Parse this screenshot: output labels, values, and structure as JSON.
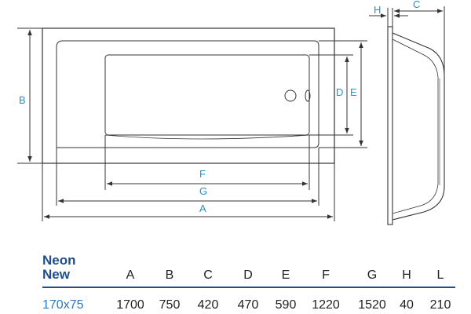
{
  "diagram": {
    "labels": {
      "A": "A",
      "B": "B",
      "C": "C",
      "D": "D",
      "E": "E",
      "F": "F",
      "G": "G",
      "H": "H"
    }
  },
  "spec_table": {
    "title_line1": "Neon",
    "title_line2": "New",
    "headers": [
      "A",
      "B",
      "C",
      "D",
      "E",
      "F",
      "G",
      "H",
      "L"
    ],
    "rows": [
      {
        "model": "170x75",
        "values": [
          "1700",
          "750",
          "420",
          "470",
          "590",
          "1220",
          "1520",
          "40",
          "210"
        ]
      }
    ]
  },
  "colors": {
    "line": "#333333",
    "accent": "#2a8fc9",
    "brand": "#1f4f8b"
  }
}
